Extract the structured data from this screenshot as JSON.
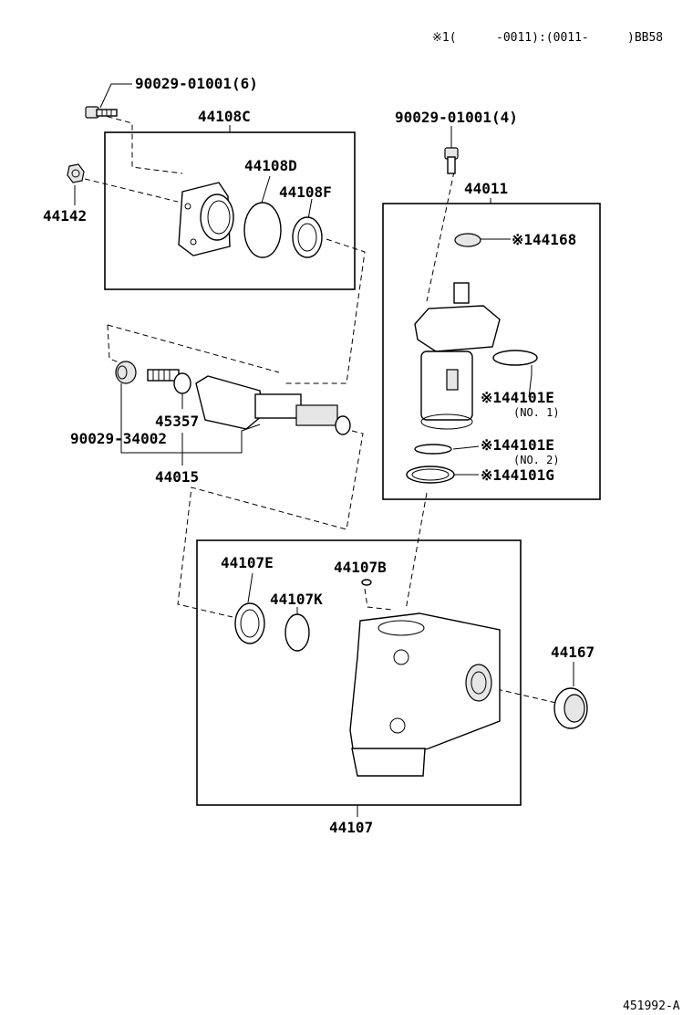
{
  "header": {
    "note_a": "※1(",
    "note_b": "-0011):(0011-",
    "note_c": ")BB58"
  },
  "footer": {
    "ref": "451992-A"
  },
  "parts": {
    "bolt_6": "90029-01001(6)",
    "assy_44108C": "44108C",
    "nut_44142": "44142",
    "oring_44108D": "44108D",
    "seal_44108F": "44108F",
    "bolt_4": "90029-01001(4)",
    "valve_44011": "44011",
    "spacer_44168": "※144168",
    "oring_44101E_1": "※144101E",
    "oring_44101E_1_note": "(NO. 1)",
    "oring_44101E_2": "※144101E",
    "oring_44101E_2_note": "(NO. 2)",
    "ring_44101G": "※144101G",
    "plug_45357": "45357",
    "plug_90029_34002": "90029-34002",
    "shaft_44015": "44015",
    "seal_44107E": "44107E",
    "oring_44107B": "44107B",
    "oring_44107K": "44107K",
    "seal_44167": "44167",
    "housing_44107": "44107"
  }
}
